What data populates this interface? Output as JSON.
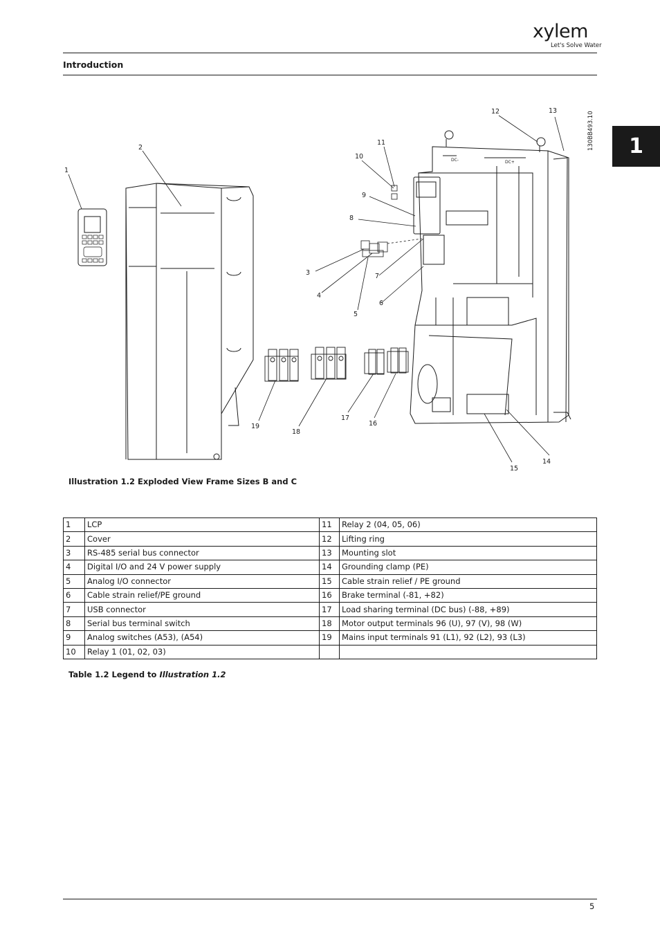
{
  "header": {
    "logo_word": "xylem",
    "logo_tagline": "Let's Solve Water",
    "section_title": "Introduction",
    "chapter_number": "1"
  },
  "figure": {
    "illustration_id": "130BB493.10",
    "callouts": [
      "1",
      "2",
      "3",
      "4",
      "5",
      "6",
      "7",
      "8",
      "9",
      "10",
      "11",
      "12",
      "13",
      "14",
      "15",
      "16",
      "17",
      "18",
      "19"
    ],
    "panel_labels": [
      "DC-",
      "DC+"
    ],
    "caption": "Illustration 1.2 Exploded View Frame Sizes B and C"
  },
  "legend": {
    "rows": [
      {
        "n1": "1",
        "d1": "LCP",
        "n2": "11",
        "d2": "Relay 2 (04, 05, 06)"
      },
      {
        "n1": "2",
        "d1": "Cover",
        "n2": "12",
        "d2": "Lifting ring"
      },
      {
        "n1": "3",
        "d1": "RS-485 serial bus connector",
        "n2": "13",
        "d2": "Mounting slot"
      },
      {
        "n1": "4",
        "d1": "Digital I/O and 24 V power supply",
        "n2": "14",
        "d2": "Grounding clamp (PE)"
      },
      {
        "n1": "5",
        "d1": "Analog I/O connector",
        "n2": "15",
        "d2": "Cable strain relief / PE ground"
      },
      {
        "n1": "6",
        "d1": "Cable strain relief/PE ground",
        "n2": "16",
        "d2": "Brake terminal (-81, +82)"
      },
      {
        "n1": "7",
        "d1": "USB connector",
        "n2": "17",
        "d2": "Load sharing terminal (DC bus) (-88, +89)"
      },
      {
        "n1": "8",
        "d1": "Serial bus terminal switch",
        "n2": "18",
        "d2": "Motor output terminals 96 (U), 97 (V), 98 (W)"
      },
      {
        "n1": "9",
        "d1": "Analog switches (A53), (A54)",
        "n2": "19",
        "d2": "Mains input terminals 91 (L1), 92 (L2), 93 (L3)"
      },
      {
        "n1": "10",
        "d1": "Relay 1 (01, 02, 03)",
        "n2": "",
        "d2": ""
      }
    ],
    "caption_prefix": "Table 1.2 Legend to ",
    "caption_ref": "Illustration 1.2"
  },
  "footer": {
    "page_number": "5"
  }
}
